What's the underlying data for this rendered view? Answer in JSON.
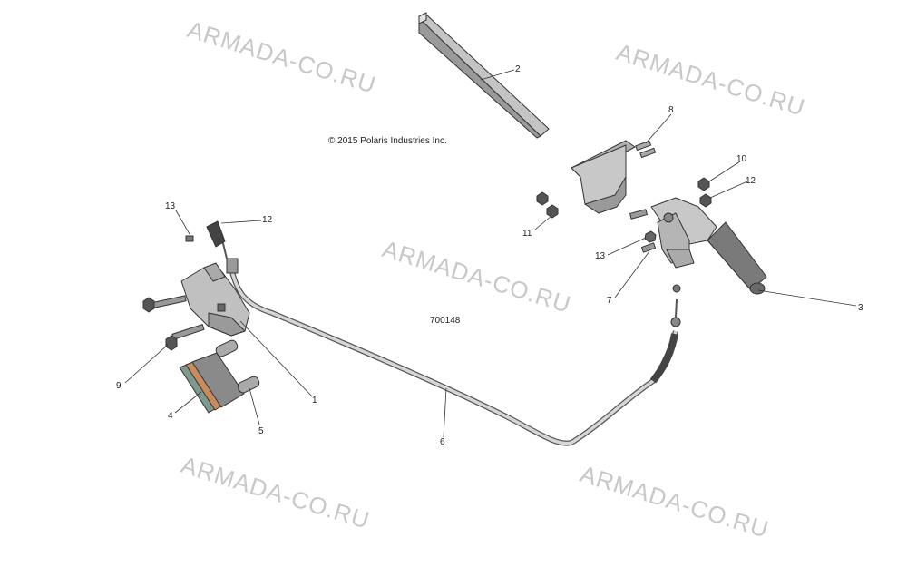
{
  "copyright": "© 2015 Polaris Industries Inc.",
  "diagram_id": "700148",
  "watermark_text": "ARMADA-CO.RU",
  "callouts": {
    "c1": "1",
    "c2": "2",
    "c3": "3",
    "c4": "4",
    "c5": "5",
    "c6": "6",
    "c7": "7",
    "c8": "8",
    "c9": "9",
    "c10": "10",
    "c11": "11",
    "c12a": "12",
    "c12b": "12",
    "c13a": "13",
    "c13b": "13"
  },
  "colors": {
    "part_fill": "#bdbdbd",
    "part_dark": "#8a8a8a",
    "grip": "#7a7a7a",
    "pad_accent": "#c98a5e",
    "pad_accent2": "#6e9a86",
    "watermark": "#c8c8c8"
  }
}
